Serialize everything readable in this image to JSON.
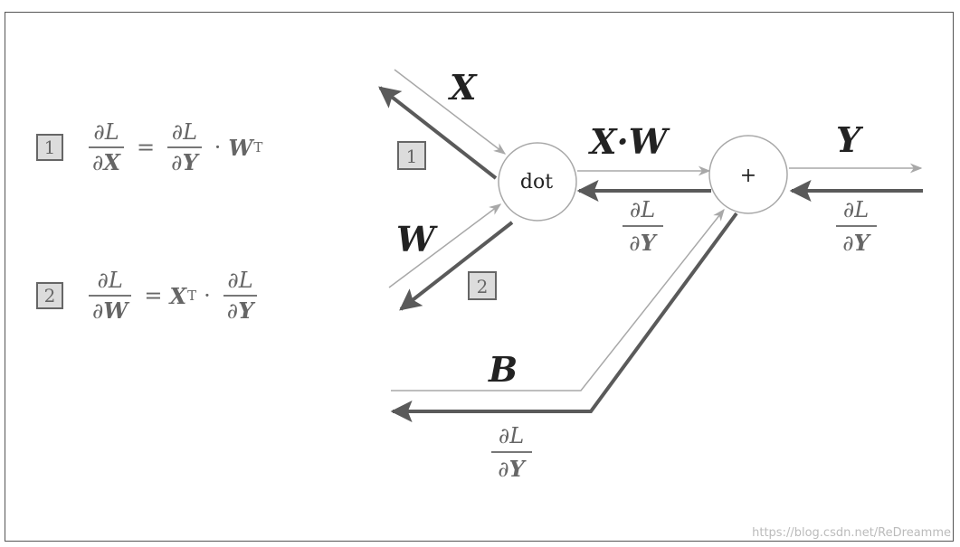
{
  "equations": [
    {
      "badge": "1",
      "lhs_num": "∂L",
      "lhs_den_prefix": "∂",
      "lhs_den_bold": "X",
      "eq": "=",
      "rhs_num": "∂L",
      "rhs_den_prefix": "∂",
      "rhs_den_bold": "Y",
      "dot": "·",
      "term": "W",
      "term_sup": "T"
    },
    {
      "badge": "2",
      "lhs_num": "∂L",
      "lhs_den_prefix": "∂",
      "lhs_den_bold": "W",
      "eq": "=",
      "term": "X",
      "term_sup": "T",
      "dot": "·",
      "rhs_num": "∂L",
      "rhs_den_prefix": "∂",
      "rhs_den_bold": "Y"
    }
  ],
  "graph": {
    "label_x": "X",
    "label_w": "W",
    "label_xw": "X·W",
    "label_y": "Y",
    "label_b": "B",
    "node_dot": "dot",
    "node_add": "+",
    "badge_1": "1",
    "badge_2": "2",
    "grad_num": "∂L",
    "grad_den_prefix": "∂",
    "grad_den_bold": "Y"
  },
  "colors": {
    "forward": "#a8a8a8",
    "backward": "#5a5a5a",
    "text": "#222222",
    "formula": "#666666"
  },
  "watermark": "https://blog.csdn.net/ReDreamme"
}
